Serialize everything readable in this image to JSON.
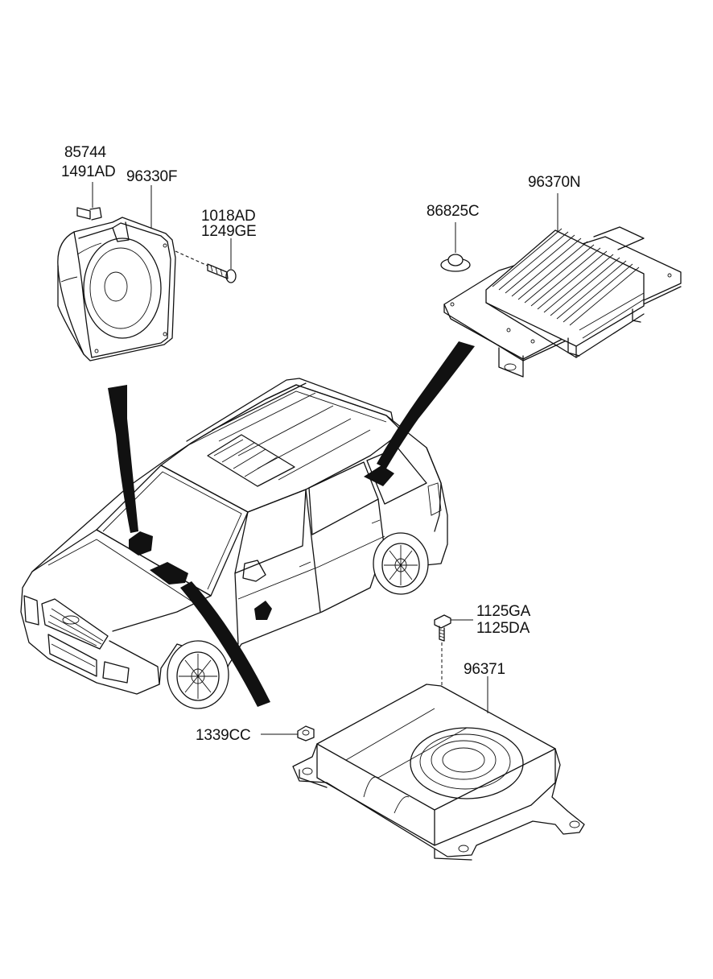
{
  "labels": {
    "p85744": "85744",
    "p1491AD": "1491AD",
    "p96330F": "96330F",
    "p1018AD": "1018AD",
    "p1249GE": "1249GE",
    "p86825C": "86825C",
    "p96370N": "96370N",
    "p1125GA": "1125GA",
    "p1125DA": "1125DA",
    "p96371": "96371",
    "p1339CC": "1339CC"
  },
  "colors": {
    "line": "#111111",
    "background": "#ffffff"
  }
}
